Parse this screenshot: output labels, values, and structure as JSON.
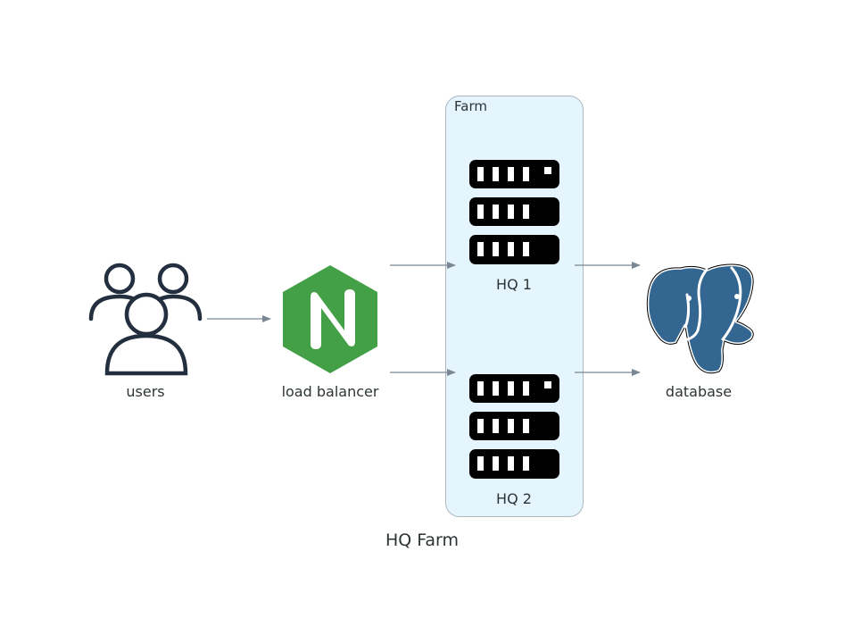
{
  "diagram": {
    "title": "HQ Farm",
    "cluster": {
      "label": "Farm",
      "fill": "#e5f5fd",
      "stroke": "#aeb6be"
    },
    "nodes": [
      {
        "id": "users",
        "label": "users",
        "icon": "users-icon"
      },
      {
        "id": "lb",
        "label": "load balancer",
        "icon": "nginx-icon"
      },
      {
        "id": "hq1",
        "label": "HQ 1",
        "icon": "server-rack-icon"
      },
      {
        "id": "hq2",
        "label": "HQ 2",
        "icon": "server-rack-icon"
      },
      {
        "id": "db",
        "label": "database",
        "icon": "postgresql-icon"
      }
    ],
    "edges": [
      {
        "from": "users",
        "to": "lb"
      },
      {
        "from": "lb",
        "to": "hq1"
      },
      {
        "from": "lb",
        "to": "hq2"
      },
      {
        "from": "hq1",
        "to": "db"
      },
      {
        "from": "hq2",
        "to": "db"
      }
    ],
    "colors": {
      "edge": "#7b8894",
      "users_icon": "#232f3e",
      "nginx": "#43a047",
      "postgres": "#336791",
      "server": "#000000"
    }
  }
}
